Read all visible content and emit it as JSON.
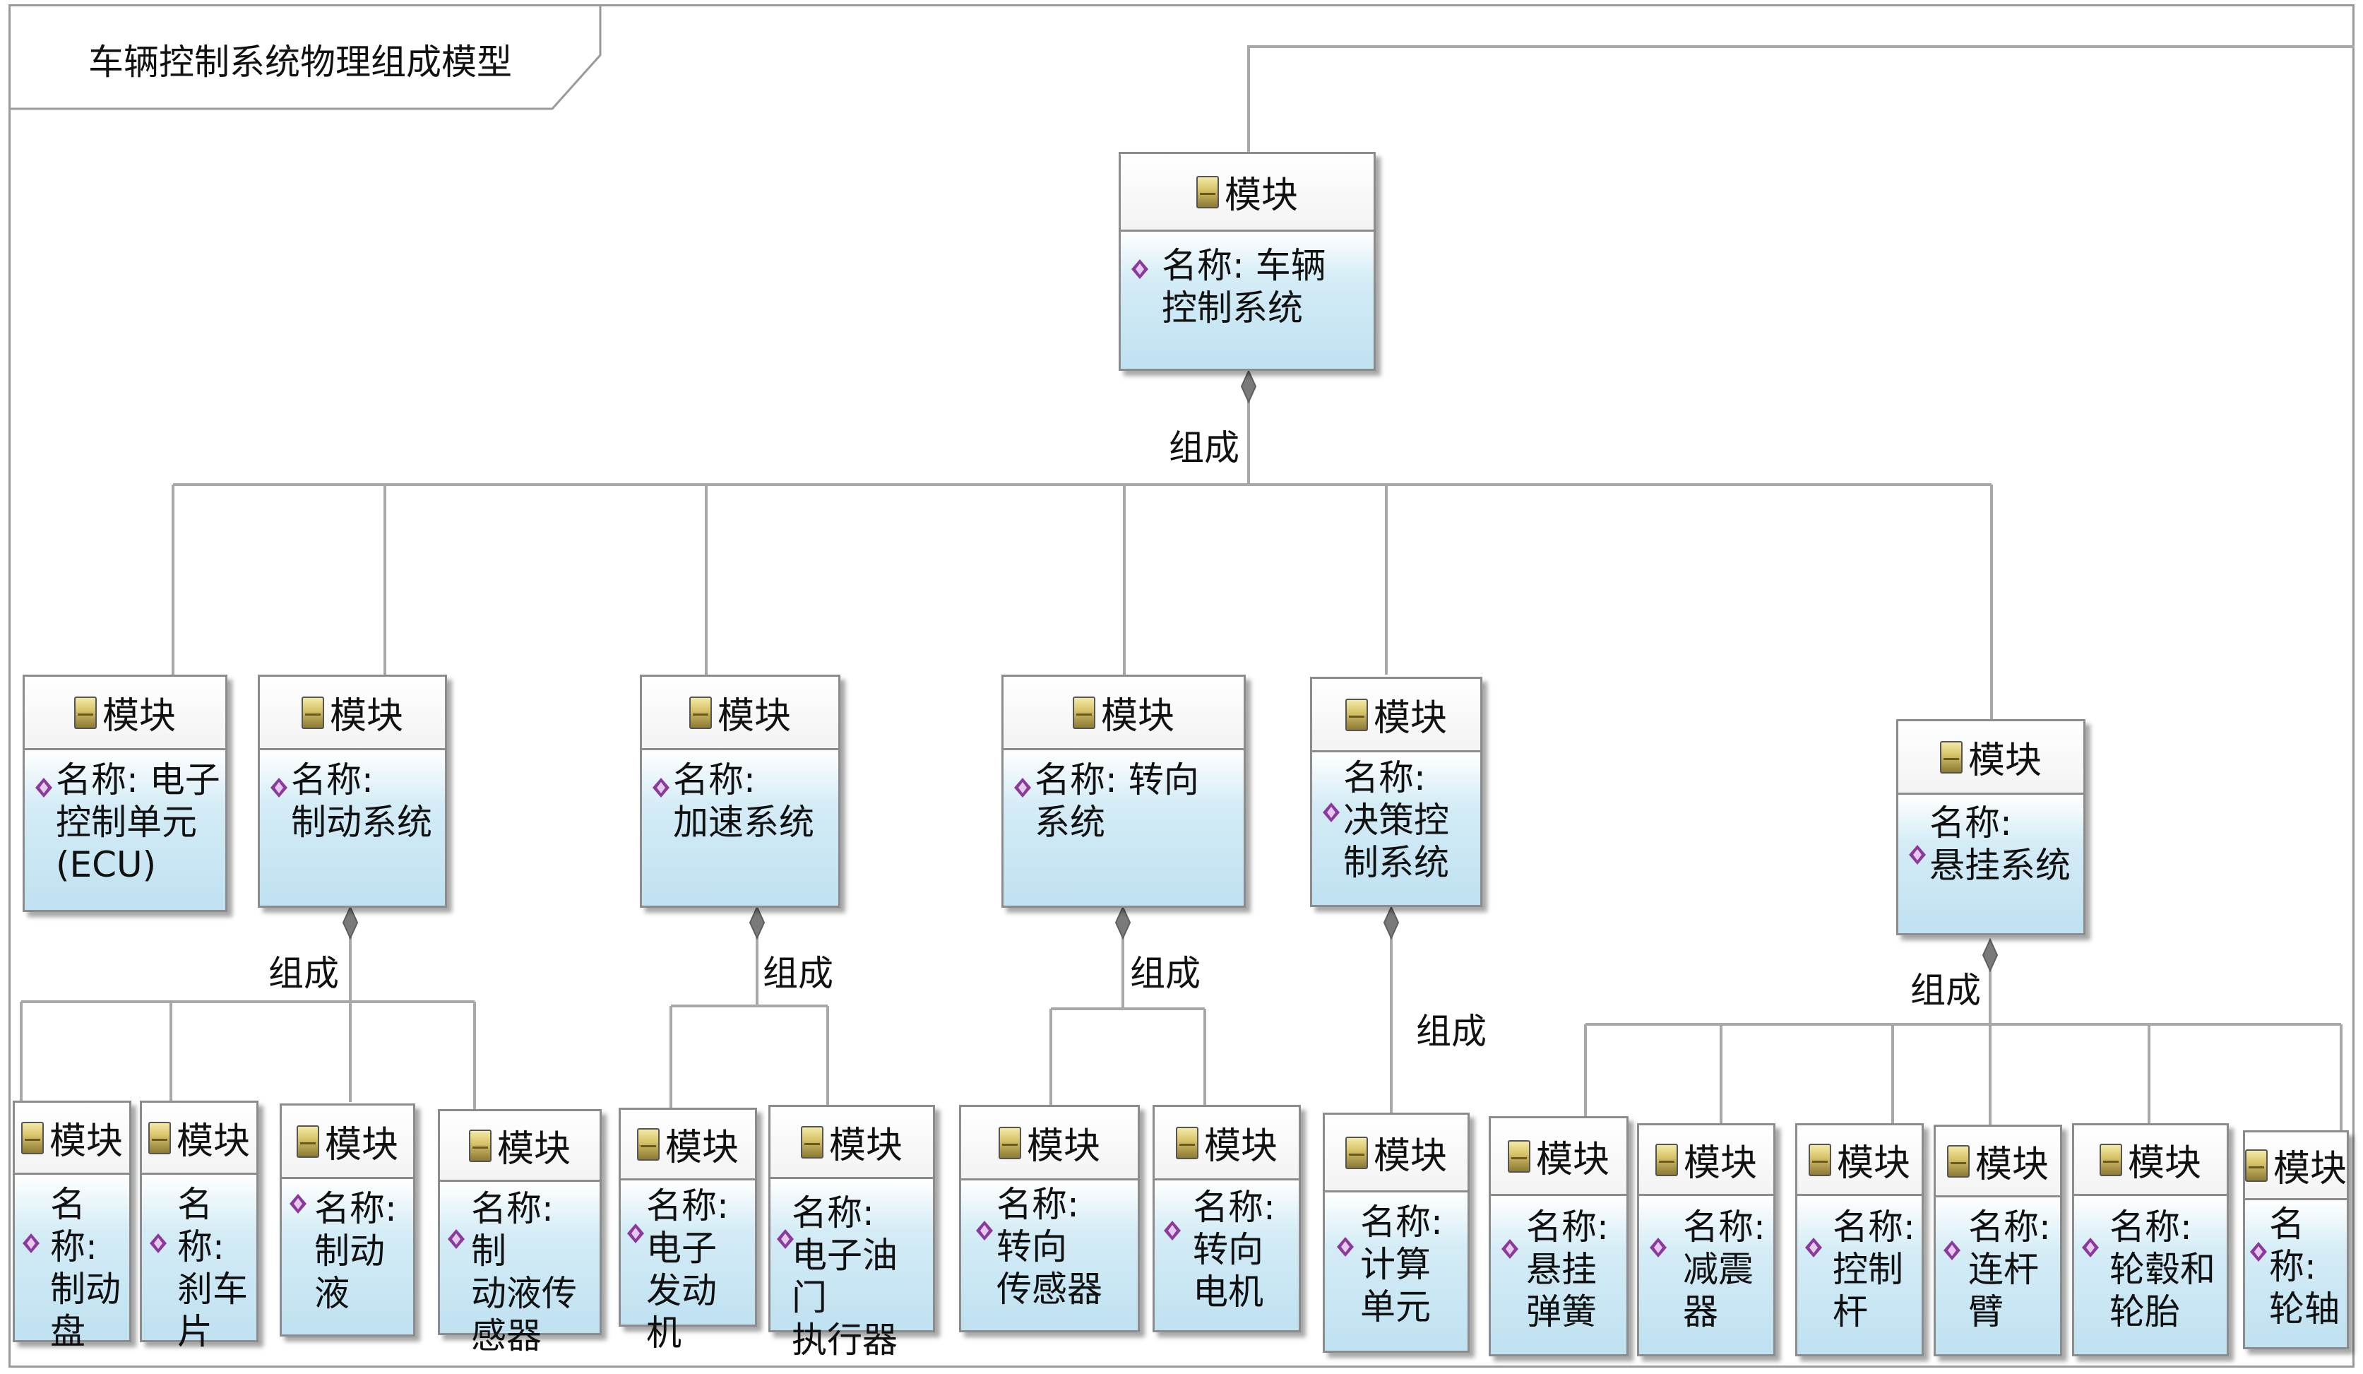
{
  "title": "车辆控制系统物理组成模型",
  "relation_label": "组成",
  "stereotype": "模块",
  "property_icon": "property-diamond-icon",
  "block_icon": "block-icon",
  "colors": {
    "header_bg": "#ffffff",
    "body_bg": "#bfe1f1",
    "border": "#8c8c8c",
    "wire": "#a8a8a8",
    "diamond": "#7a7a7a",
    "property_diamond": "#8a3a9a"
  },
  "blocks": {
    "root": {
      "stereotype": "模块",
      "property": "名称: 车辆\n控制系统"
    },
    "ecu": {
      "stereotype": "模块",
      "property": "名称: 电子\n控制单元\n(ECU)"
    },
    "brake": {
      "stereotype": "模块",
      "property": "名称:\n制动系统"
    },
    "accel": {
      "stereotype": "模块",
      "property": "名称:\n加速系统"
    },
    "steer": {
      "stereotype": "模块",
      "property": "名称: 转向\n系统"
    },
    "decide": {
      "stereotype": "模块",
      "property": "名称:\n决策控\n制系统"
    },
    "susp": {
      "stereotype": "模块",
      "property": "名称:\n悬挂系统"
    },
    "disc": {
      "stereotype": "模块",
      "property": "名称:\n制动\n盘"
    },
    "pad": {
      "stereotype": "模块",
      "property": "名称:\n刹车\n片"
    },
    "fluid": {
      "stereotype": "模块",
      "property": "名称:\n制动\n液"
    },
    "fluidsensor": {
      "stereotype": "模块",
      "property": "名称: 制\n动液传\n感器"
    },
    "engine": {
      "stereotype": "模块",
      "property": "名称:\n电子\n发动机"
    },
    "throttle": {
      "stereotype": "模块",
      "property": "名称:\n电子油门\n执行器"
    },
    "steersensor": {
      "stereotype": "模块",
      "property": "名称:\n转向\n传感器"
    },
    "steermotor": {
      "stereotype": "模块",
      "property": "名称:\n转向\n电机"
    },
    "compute": {
      "stereotype": "模块",
      "property": "名称:\n计算\n单元"
    },
    "spring": {
      "stereotype": "模块",
      "property": "名称:\n悬挂\n弹簧"
    },
    "damper": {
      "stereotype": "模块",
      "property": "名称:\n减震\n器"
    },
    "ctrlarm": {
      "stereotype": "模块",
      "property": "名称:\n控制\n杆"
    },
    "link": {
      "stereotype": "模块",
      "property": "名称:\n连杆\n臂"
    },
    "wheel": {
      "stereotype": "模块",
      "property": "名称:\n轮毂和\n轮胎"
    },
    "axle": {
      "stereotype": "模块",
      "property": "名称:\n轮轴"
    }
  }
}
